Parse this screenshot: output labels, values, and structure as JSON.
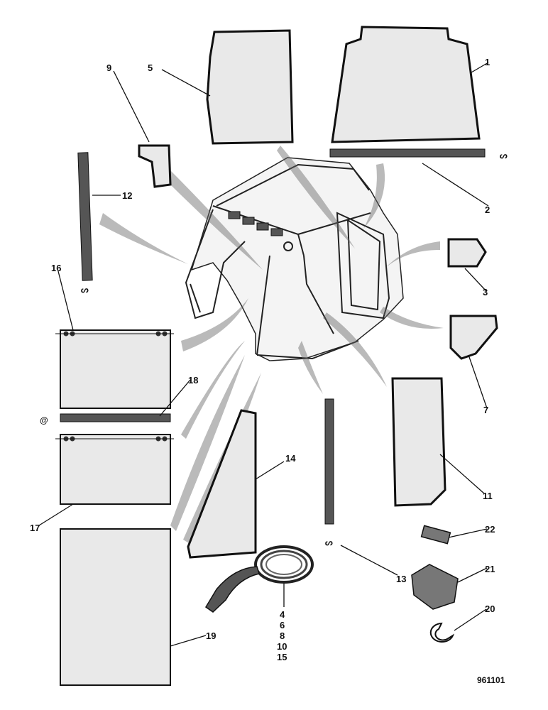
{
  "labels": {
    "p1": "1",
    "p2": "2",
    "p3": "3",
    "p5": "5",
    "p7": "7",
    "p9": "9",
    "p11": "11",
    "p12": "12",
    "p13": "13",
    "p14": "14",
    "p16": "16",
    "p17": "17",
    "p18": "18",
    "p19": "19",
    "p20": "20",
    "p21": "21",
    "p22": "22"
  },
  "stack_labels": [
    "4",
    "6",
    "8",
    "10",
    "15"
  ],
  "reference_number": "961101"
}
